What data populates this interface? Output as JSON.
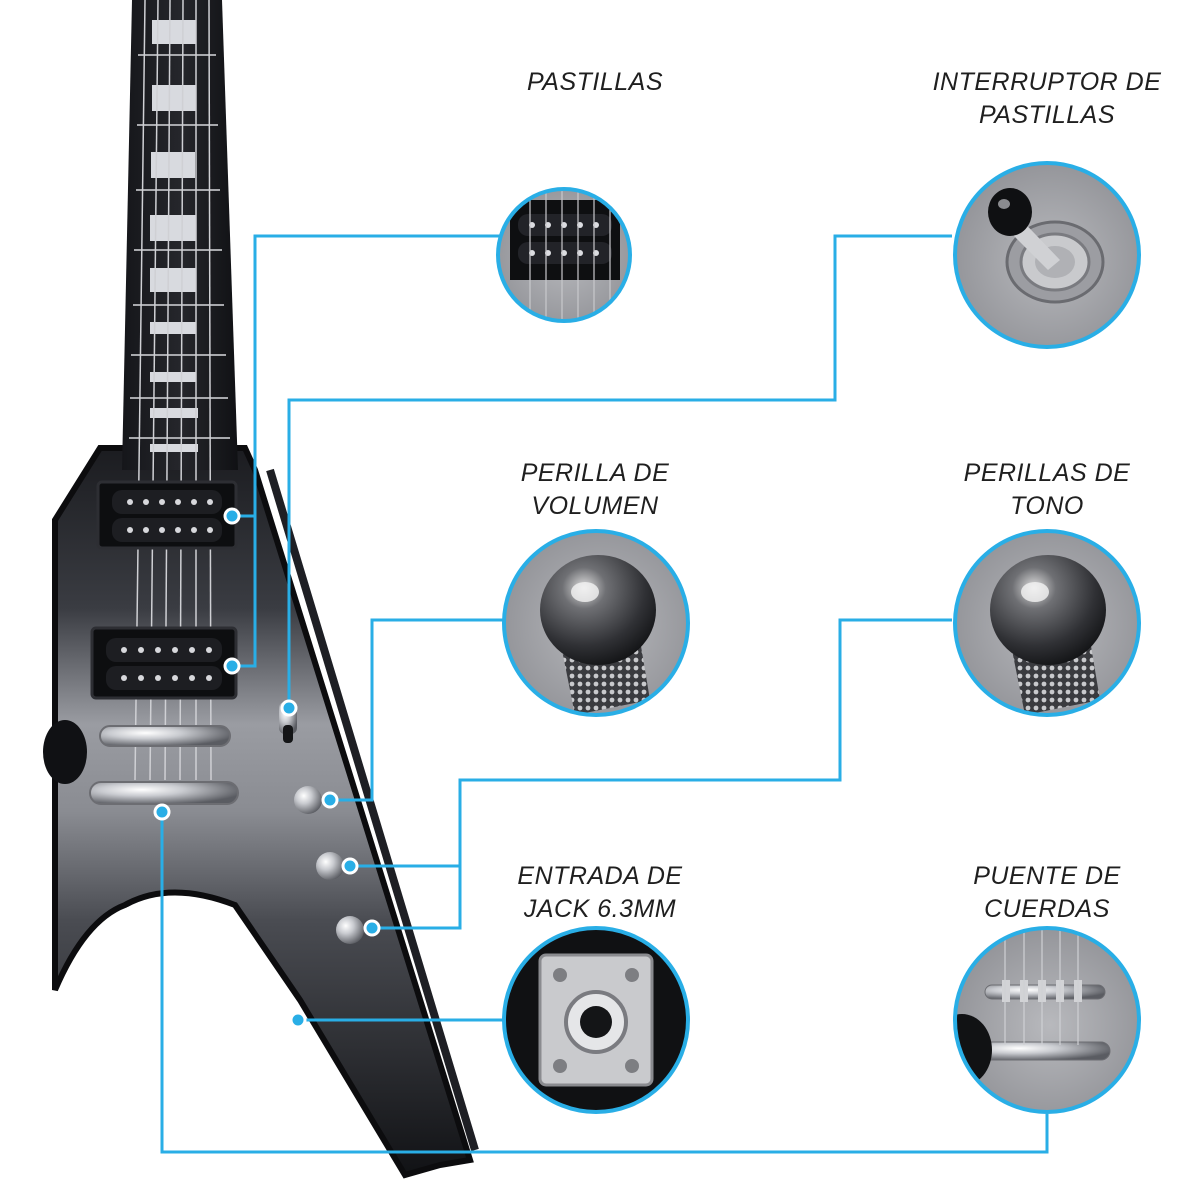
{
  "accent_color": "#29aee6",
  "callouts": [
    {
      "id": "pastillas",
      "lines": [
        "PASTILLAS",
        ""
      ],
      "icon": "pickup-closeup"
    },
    {
      "id": "interruptor",
      "lines": [
        "INTERRUPTOR DE",
        "PASTILLAS"
      ],
      "icon": "toggle-switch-closeup"
    },
    {
      "id": "volumen",
      "lines": [
        "PERILLA DE",
        "VOLUMEN"
      ],
      "icon": "knob-closeup"
    },
    {
      "id": "tono",
      "lines": [
        "PERILLAS DE",
        "TONO"
      ],
      "icon": "knob-closeup"
    },
    {
      "id": "jack",
      "lines": [
        "ENTRADA DE",
        "JACK 6.3MM"
      ],
      "icon": "jack-closeup"
    },
    {
      "id": "puente",
      "lines": [
        "PUENTE DE",
        "CUERDAS"
      ],
      "icon": "bridge-closeup"
    }
  ]
}
